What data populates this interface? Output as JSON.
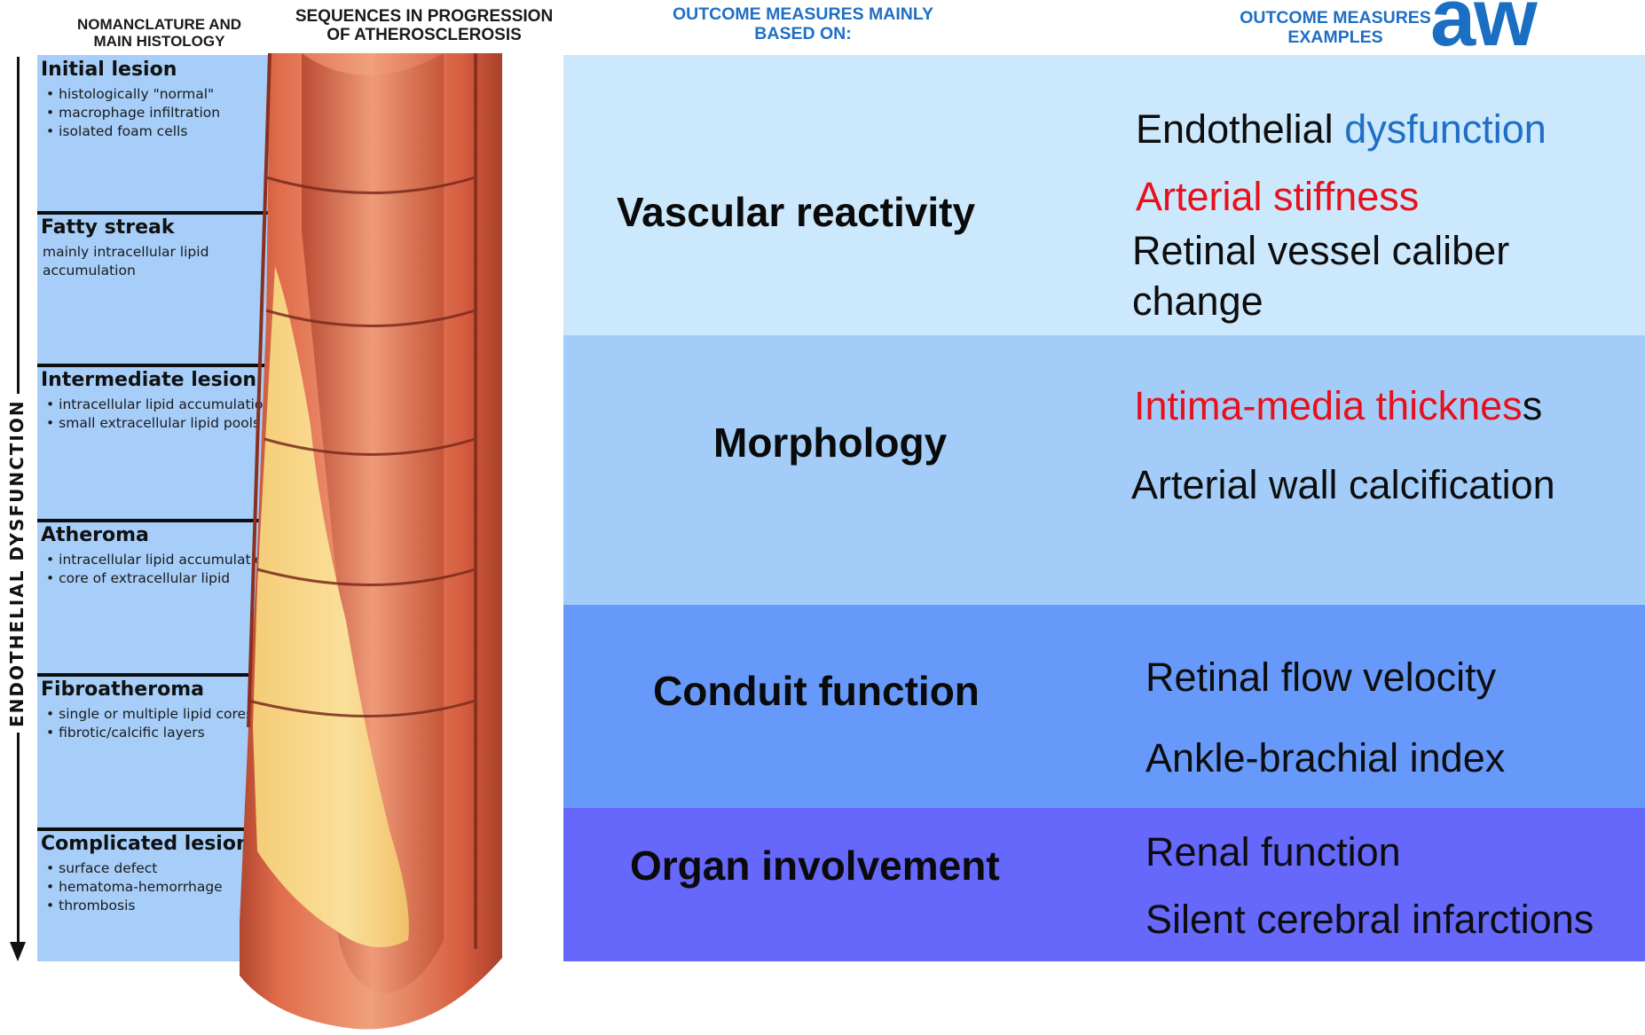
{
  "headers": {
    "nomenclature": "NOMANCLATURE AND\nMAIN HISTOLOGY",
    "sequences": "SEQUENCES IN PROGRESSION\nOF ATHEROSCLEROSIS",
    "outcome_based": "OUTCOME MEASURES MAINLY\nBASED ON:",
    "outcome_examples": "OUTCOME MEASURES\nEXAMPLES"
  },
  "logo": {
    "text": "aw"
  },
  "axis_label": "ENDOTHELIAL DYSFUNCTION",
  "stages": [
    {
      "title": "Initial lesion",
      "bulleted": true,
      "items": [
        "histologically \"normal\"",
        "macrophage infiltration",
        "isolated foam cells"
      ]
    },
    {
      "title": "Fatty streak",
      "bulleted": false,
      "items": [
        "mainly intracellular lipid",
        "accumulation"
      ]
    },
    {
      "title": "Intermediate lesion",
      "bulleted": true,
      "items": [
        "intracellular lipid accumulation",
        "small extracellular lipid pools"
      ]
    },
    {
      "title": "Atheroma",
      "bulleted": true,
      "items": [
        "intracellular lipid accumulation",
        "core of extracellular lipid"
      ]
    },
    {
      "title": "Fibroatheroma",
      "bulleted": true,
      "items": [
        "single or multiple lipid cores",
        "fibrotic/calcific layers"
      ]
    },
    {
      "title": "Complicated lesion",
      "bulleted": true,
      "items": [
        "surface defect",
        "hematoma-hemorrhage",
        "thrombosis"
      ]
    }
  ],
  "bands": [
    {
      "measure": "Vascular reactivity",
      "color": "#cce8fc",
      "examples": {
        "endothelial_a": "Endothelial ",
        "endothelial_b": "dysfunction",
        "arterial_stiffness": "Arterial stiffness",
        "retinal_caliber_1": "Retinal vessel caliber",
        "retinal_caliber_2": "change"
      }
    },
    {
      "measure": "Morphology",
      "color": "#a3cdf8",
      "examples": {
        "imt_a": "Intima-media thicknes",
        "imt_b": "s",
        "calcification": "Arterial wall calcification"
      }
    },
    {
      "measure": "Conduit function",
      "color": "#6699fa",
      "examples": {
        "retinal_flow": "Retinal flow velocity",
        "abi": "Ankle-brachial index"
      }
    },
    {
      "measure": "Organ involvement",
      "color": "#6667fb",
      "examples": {
        "renal": "Renal function",
        "infarctions": "Silent cerebral infarctions"
      }
    }
  ],
  "colors": {
    "highlight_blue": "#1f6fc5",
    "highlight_red": "#e8101c"
  }
}
